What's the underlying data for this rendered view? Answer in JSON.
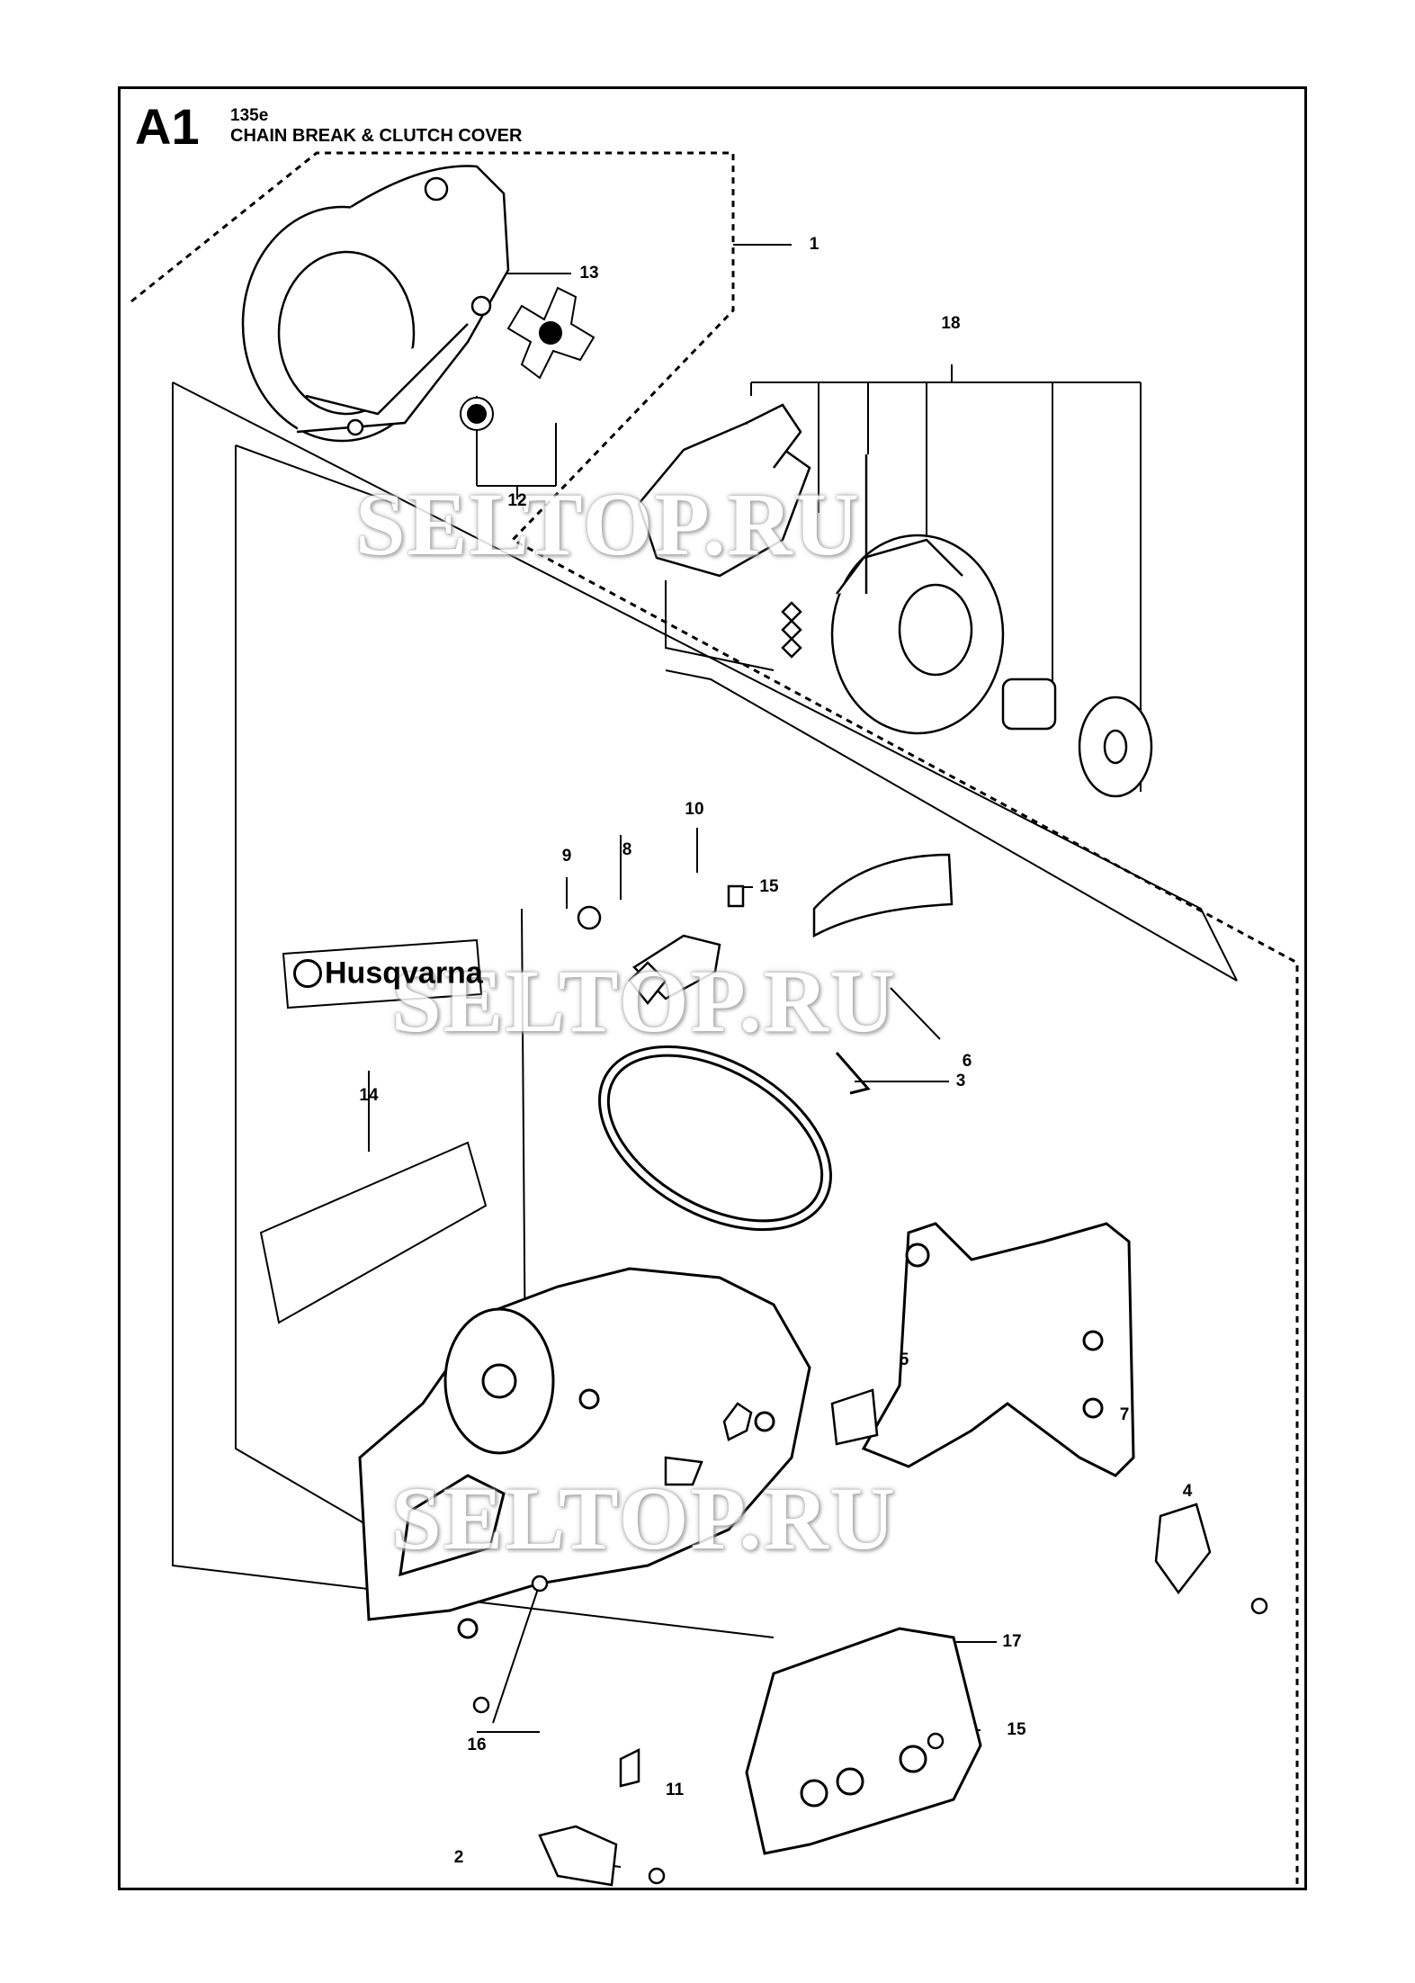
{
  "page": {
    "section": "A1",
    "model": "135e",
    "subtitle": "CHAIN BREAK & CLUTCH COVER"
  },
  "watermark": {
    "text": "SELTOP.RU"
  },
  "logo": {
    "brand": "Husqvarna"
  },
  "callouts": {
    "c1": "1",
    "c2": "2",
    "c3": "3",
    "c4": "4",
    "c5": "5",
    "c6": "6",
    "c7": "7",
    "c8": "8",
    "c9": "9",
    "c10": "10",
    "c11": "11",
    "c12": "12",
    "c13": "13",
    "c14": "14",
    "c15a": "15",
    "c15b": "15",
    "c16": "16",
    "c17": "17",
    "c18": "18"
  }
}
